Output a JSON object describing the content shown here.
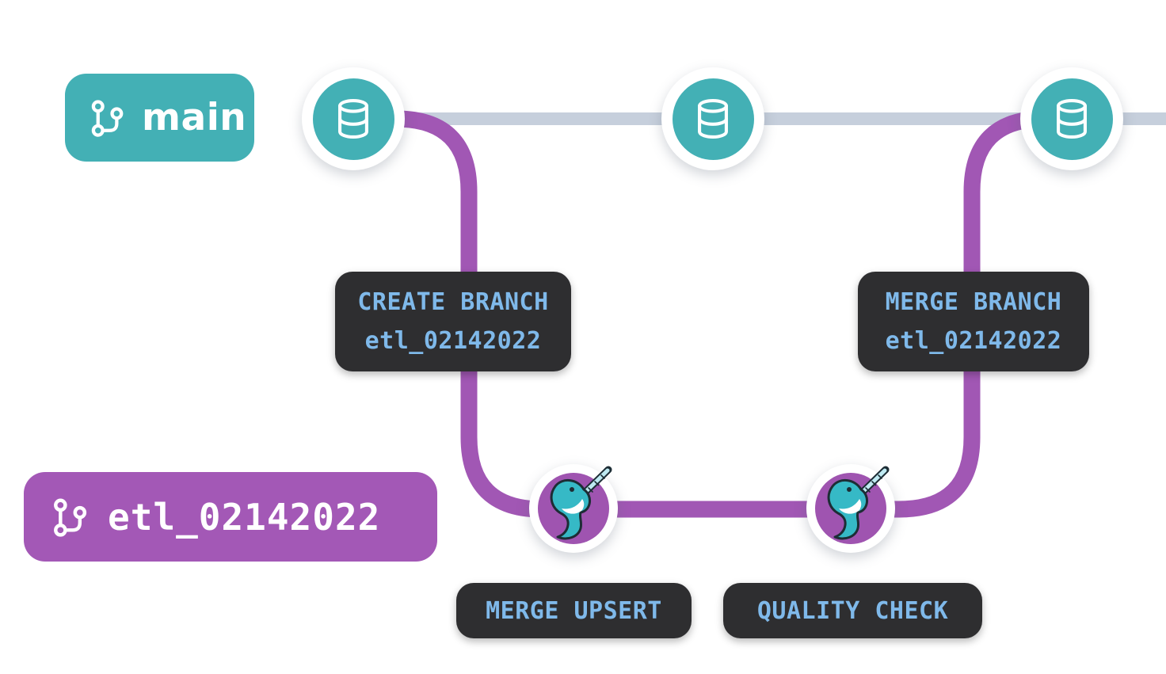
{
  "diagram": {
    "background": "#ffffff",
    "branches": [
      {
        "id": "main",
        "label": "main",
        "color": "#43b0b5",
        "commit_icon": "database",
        "commit_count": 3
      },
      {
        "id": "etl_02142022",
        "label": "etl_02142022",
        "color": "#a358b6",
        "commit_icon": "narwhal",
        "commit_count": 2
      }
    ],
    "actions": {
      "create_branch": {
        "line1": "CREATE BRANCH",
        "line2": "etl_02142022"
      },
      "merge_branch": {
        "line1": "MERGE BRANCH",
        "line2": "etl_02142022"
      },
      "merge_upsert": {
        "label": "MERGE UPSERT"
      },
      "quality_check": {
        "label": "QUALITY CHECK"
      }
    },
    "colors": {
      "main_track": "#c6cfdc",
      "branch_track": "#a157b4",
      "action_bg": "#2e2e30",
      "action_text": "#7fb9ea",
      "node_teal": "#43b0b5",
      "node_purple": "#9f54b0",
      "icon_white": "#ffffff"
    },
    "icons": [
      "git-branch-icon",
      "database-icon",
      "narwhal-icon"
    ]
  }
}
